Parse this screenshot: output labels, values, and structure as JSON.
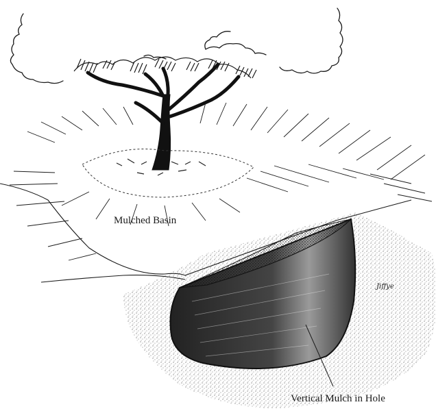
{
  "labels": {
    "basin": "Mulched Basin",
    "hole": "Vertical Mulch in Hole"
  },
  "signature": "Jiffye",
  "colors": {
    "ink": "#1a1a1a",
    "paper": "#ffffff",
    "mulch_gray": "#9a9a9a"
  }
}
